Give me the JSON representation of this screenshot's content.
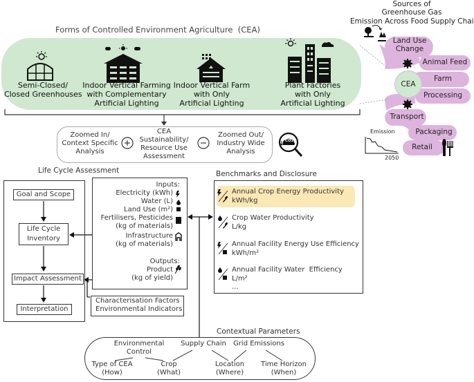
{
  "header": {
    "cea_forms_title": "Forms of Controlled Environment Agriculture  (CEA)",
    "sources_title": "Sources of\nGreenhouse Gas\nEmission Across Food Supply Chain"
  },
  "cea_forms": [
    {
      "label": "Semi-Closed/\nClosed Greenhouses"
    },
    {
      "label": "Indoor Vertical Farming\nwith Complementary\nArtificial Lighting"
    },
    {
      "label": "Indoor Vertical Farm\nwith Only\nArtificial Lighting"
    },
    {
      "label": "Plant Factories\nwith Only\nArtificial Lighting"
    }
  ],
  "supply_chain": {
    "center": "CEA",
    "stages": [
      "Land Use\nChange",
      "Animal Feed",
      "Farm",
      "Processing",
      "Transport",
      "Packaging",
      "Retail"
    ],
    "graph_ylabel": "Emission",
    "graph_xlabel": "2050"
  },
  "assessment": {
    "left": "Zoomed In/\nContext Specific\nAnalysis",
    "center": "CEA\nSustainability/\nResource Use\nAssessment",
    "right": "Zoomed Out/\nIndustry Wide\nAnalysis",
    "co2": "CO2"
  },
  "lca": {
    "title": "Life Cycle Assessment",
    "steps": [
      "Goal and Scope",
      "Life Cycle\nInventory",
      "Impact Assessment",
      "Interpretation"
    ],
    "inputs_title": "Inputs:",
    "inputs": [
      "Electricity (kWh)",
      "Water (L)",
      "Land Use (m²)",
      "Fertilisers, Pesticides\n(kg of materials)",
      "Infrastructure\n(kg of materials)"
    ],
    "outputs_title": "Outputs:",
    "outputs": [
      "Product\n(kg of yield)"
    ],
    "characterisation": "Characterisation Factors\nEnvironmental Indicators"
  },
  "benchmarks": {
    "title": "Benchmarks and Disclosure",
    "items": [
      {
        "name": "Annual Crop Energy Productivity",
        "unit": "kWh/kg",
        "highlight": true
      },
      {
        "name": "Crop Water Productivity",
        "unit": "L/kg",
        "highlight": false
      },
      {
        "name": "Annual Facility Energy Use Efficiency",
        "unit": "kWh/m²",
        "highlight": false
      },
      {
        "name": "Annual Facility Water  Efficiency",
        "unit": "L/m²",
        "highlight": false
      }
    ],
    "ellipsis": "..."
  },
  "contextual": {
    "title": "Contextual Parameters",
    "top": [
      "Environmental\nControl",
      "Supply Chain",
      "Grid Emissions"
    ],
    "bottom": [
      "Type of CEA\n(How)",
      "Crop\n(What)",
      "Location\n(Where)",
      "Time Horizon\n(When)"
    ]
  },
  "colors": {
    "cea_green": "#cfe8cf",
    "cea_green_stroke": "#b6d8b6",
    "supply_pink": "#ddb4dd",
    "highlight": "#fbe8b4",
    "text": "#333333"
  }
}
